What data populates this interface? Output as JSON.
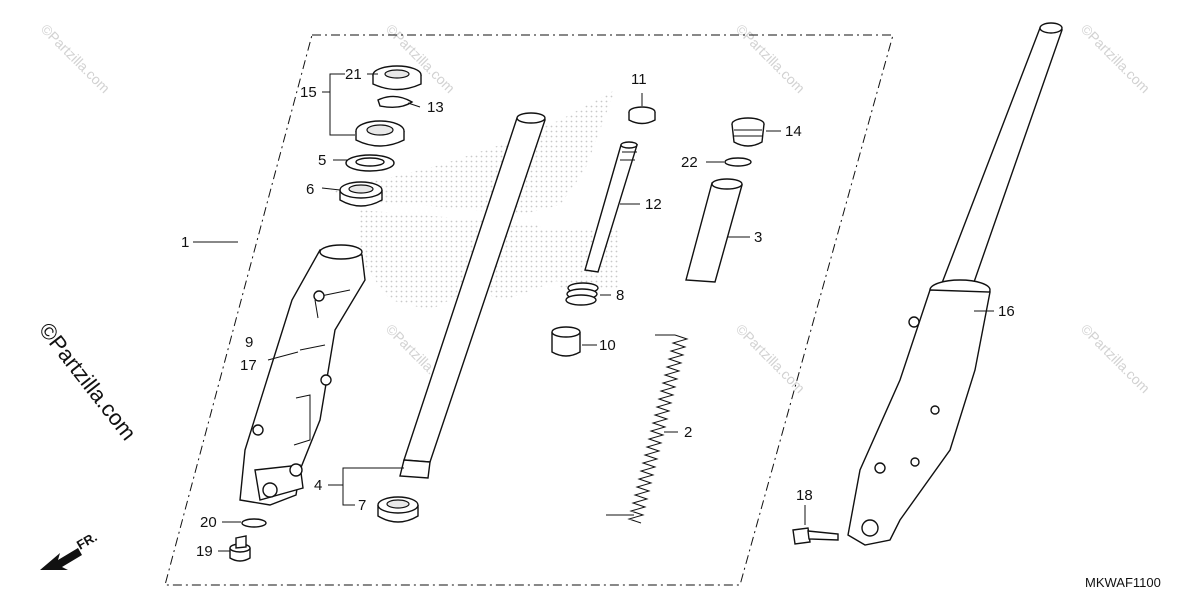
{
  "diagram": {
    "diagram_code": "MKWAF1100",
    "direction_label": "FR.",
    "watermark_text": "©Partzilla.com",
    "callouts": {
      "c1": "1",
      "c2": "2",
      "c3": "3",
      "c4": "4",
      "c5": "5",
      "c6": "6",
      "c7": "7",
      "c8": "8",
      "c9": "9",
      "c10": "10",
      "c11": "11",
      "c12": "12",
      "c13": "13",
      "c14": "14",
      "c15": "15",
      "c16": "16",
      "c17": "17",
      "c18": "18",
      "c19": "19",
      "c20": "20",
      "c21": "21",
      "c22": "22"
    },
    "colors": {
      "ink": "#111111",
      "watermark": "#d2d2d2",
      "dot_logo": "#cfcfcf"
    }
  }
}
